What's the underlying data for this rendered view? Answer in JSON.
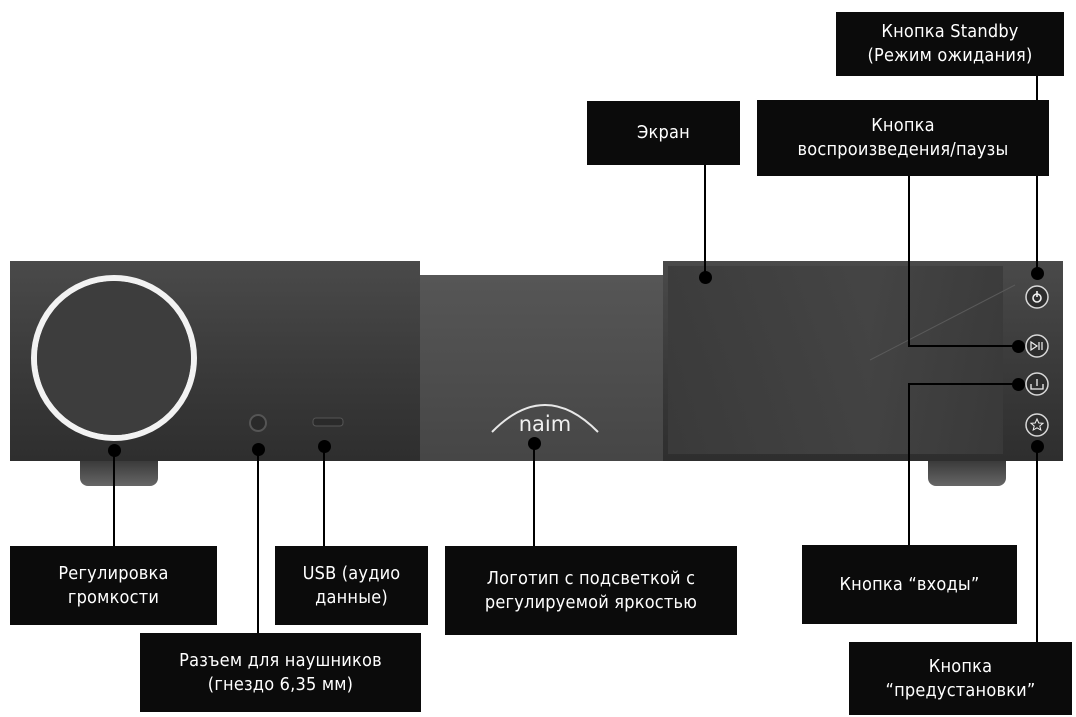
{
  "device": {
    "brand_logo_text": "naim",
    "colors": {
      "body": "#3a3a3a",
      "body_dark": "#2b2b2b",
      "center_panel": "#4a4a4a",
      "label_bg": "#0b0b0b",
      "label_text": "#ffffff",
      "ring": "#f2f2f2"
    },
    "buttons": [
      {
        "name": "standby-button",
        "icon": "power-icon"
      },
      {
        "name": "play-pause-button",
        "icon": "play-pause-icon"
      },
      {
        "name": "inputs-button",
        "icon": "input-tray-icon"
      },
      {
        "name": "preset-button",
        "icon": "star-icon"
      }
    ]
  },
  "labels": {
    "standby": {
      "line1": "Кнопка Standby",
      "line2": "(Режим ожидания)"
    },
    "play_pause": {
      "line1": "Кнопка",
      "line2": "воспроизведения/паузы"
    },
    "screen": {
      "line1": "Экран"
    },
    "volume": {
      "line1": "Регулировка",
      "line2": "громкости"
    },
    "usb": {
      "line1": "USB (аудио",
      "line2": "данные)"
    },
    "logo": {
      "line1": "Логотип с подсветкой с",
      "line2": "регулируемой яркостью"
    },
    "inputs": {
      "line1": "Кнопка “входы”"
    },
    "headphones": {
      "line1": "Разъем для наушников",
      "line2": "(гнездо 6,35 мм)"
    },
    "presets": {
      "line1": "Кнопка",
      "line2": "“предустановки”"
    }
  }
}
